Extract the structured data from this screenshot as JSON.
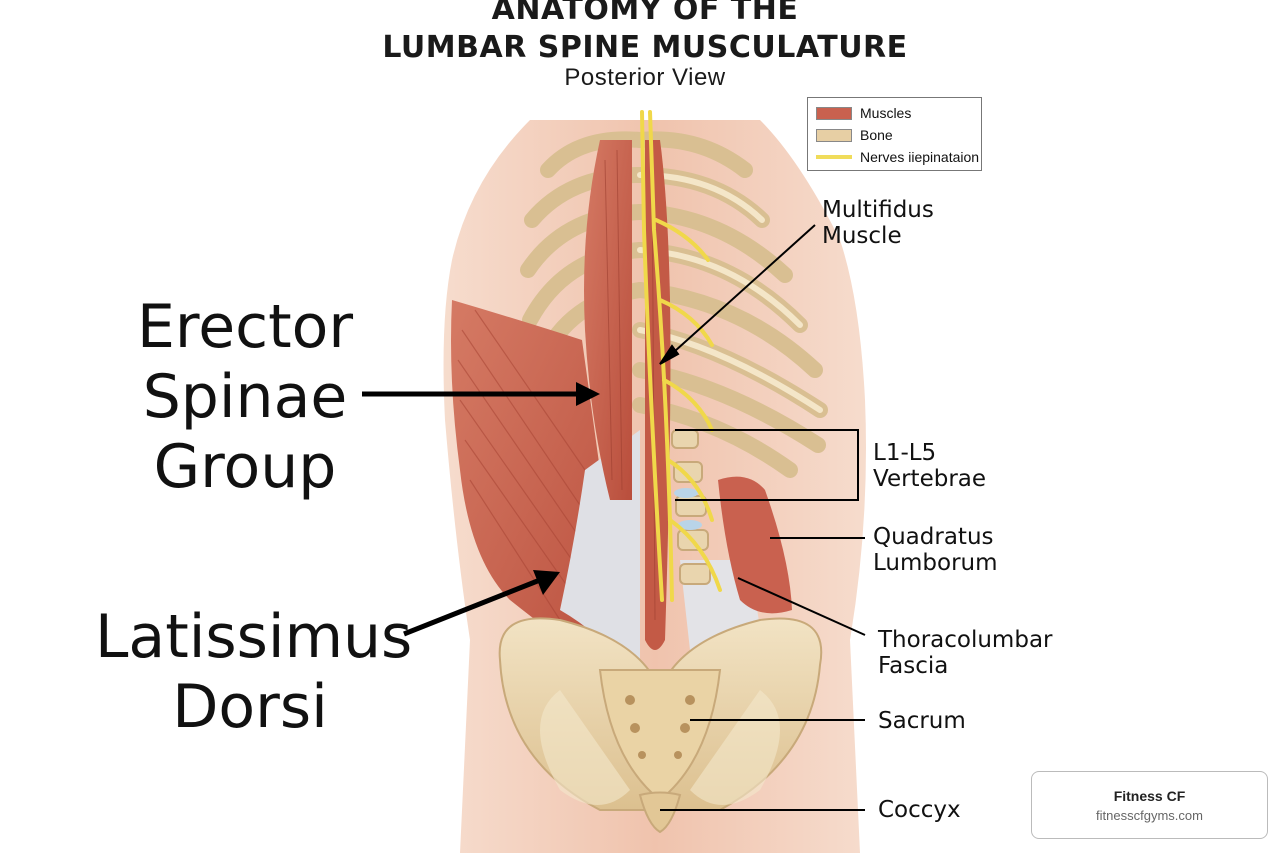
{
  "title": {
    "line1": "ANATOMY OF THE",
    "line2": "LUMBAR SPINE MUSCULATURE",
    "subtitle": "Posterior View"
  },
  "legend": {
    "items": [
      {
        "label": "Muscles",
        "color": "#c9614f"
      },
      {
        "label": "Bone",
        "color": "#e7cfa4"
      },
      {
        "label": "Nerves iiepinataion",
        "color": "#f0dc5a"
      }
    ]
  },
  "labels": {
    "erector": [
      "Erector",
      "Spinae",
      "Group"
    ],
    "latissimus": [
      "Latissimus",
      "Dorsi"
    ],
    "multifidus": [
      "Multifidus",
      "Muscle"
    ],
    "vertebrae": [
      "L1-L5",
      "Vertebrae"
    ],
    "quadratus": [
      "Quadratus",
      "Lumborum"
    ],
    "fascia": [
      "Thoracolumbar",
      "Fascia"
    ],
    "sacrum": "Sacrum",
    "coccyx": "Coccyx"
  },
  "watermark": {
    "name": "Fitness CF",
    "url": "fitnesscfgyms.com"
  },
  "colors": {
    "skin": "#f3c9b5",
    "muscle": "#c9614f",
    "bone": "#e9d5ae",
    "nerve": "#f0d84a",
    "fascia": "#dcdde2"
  }
}
